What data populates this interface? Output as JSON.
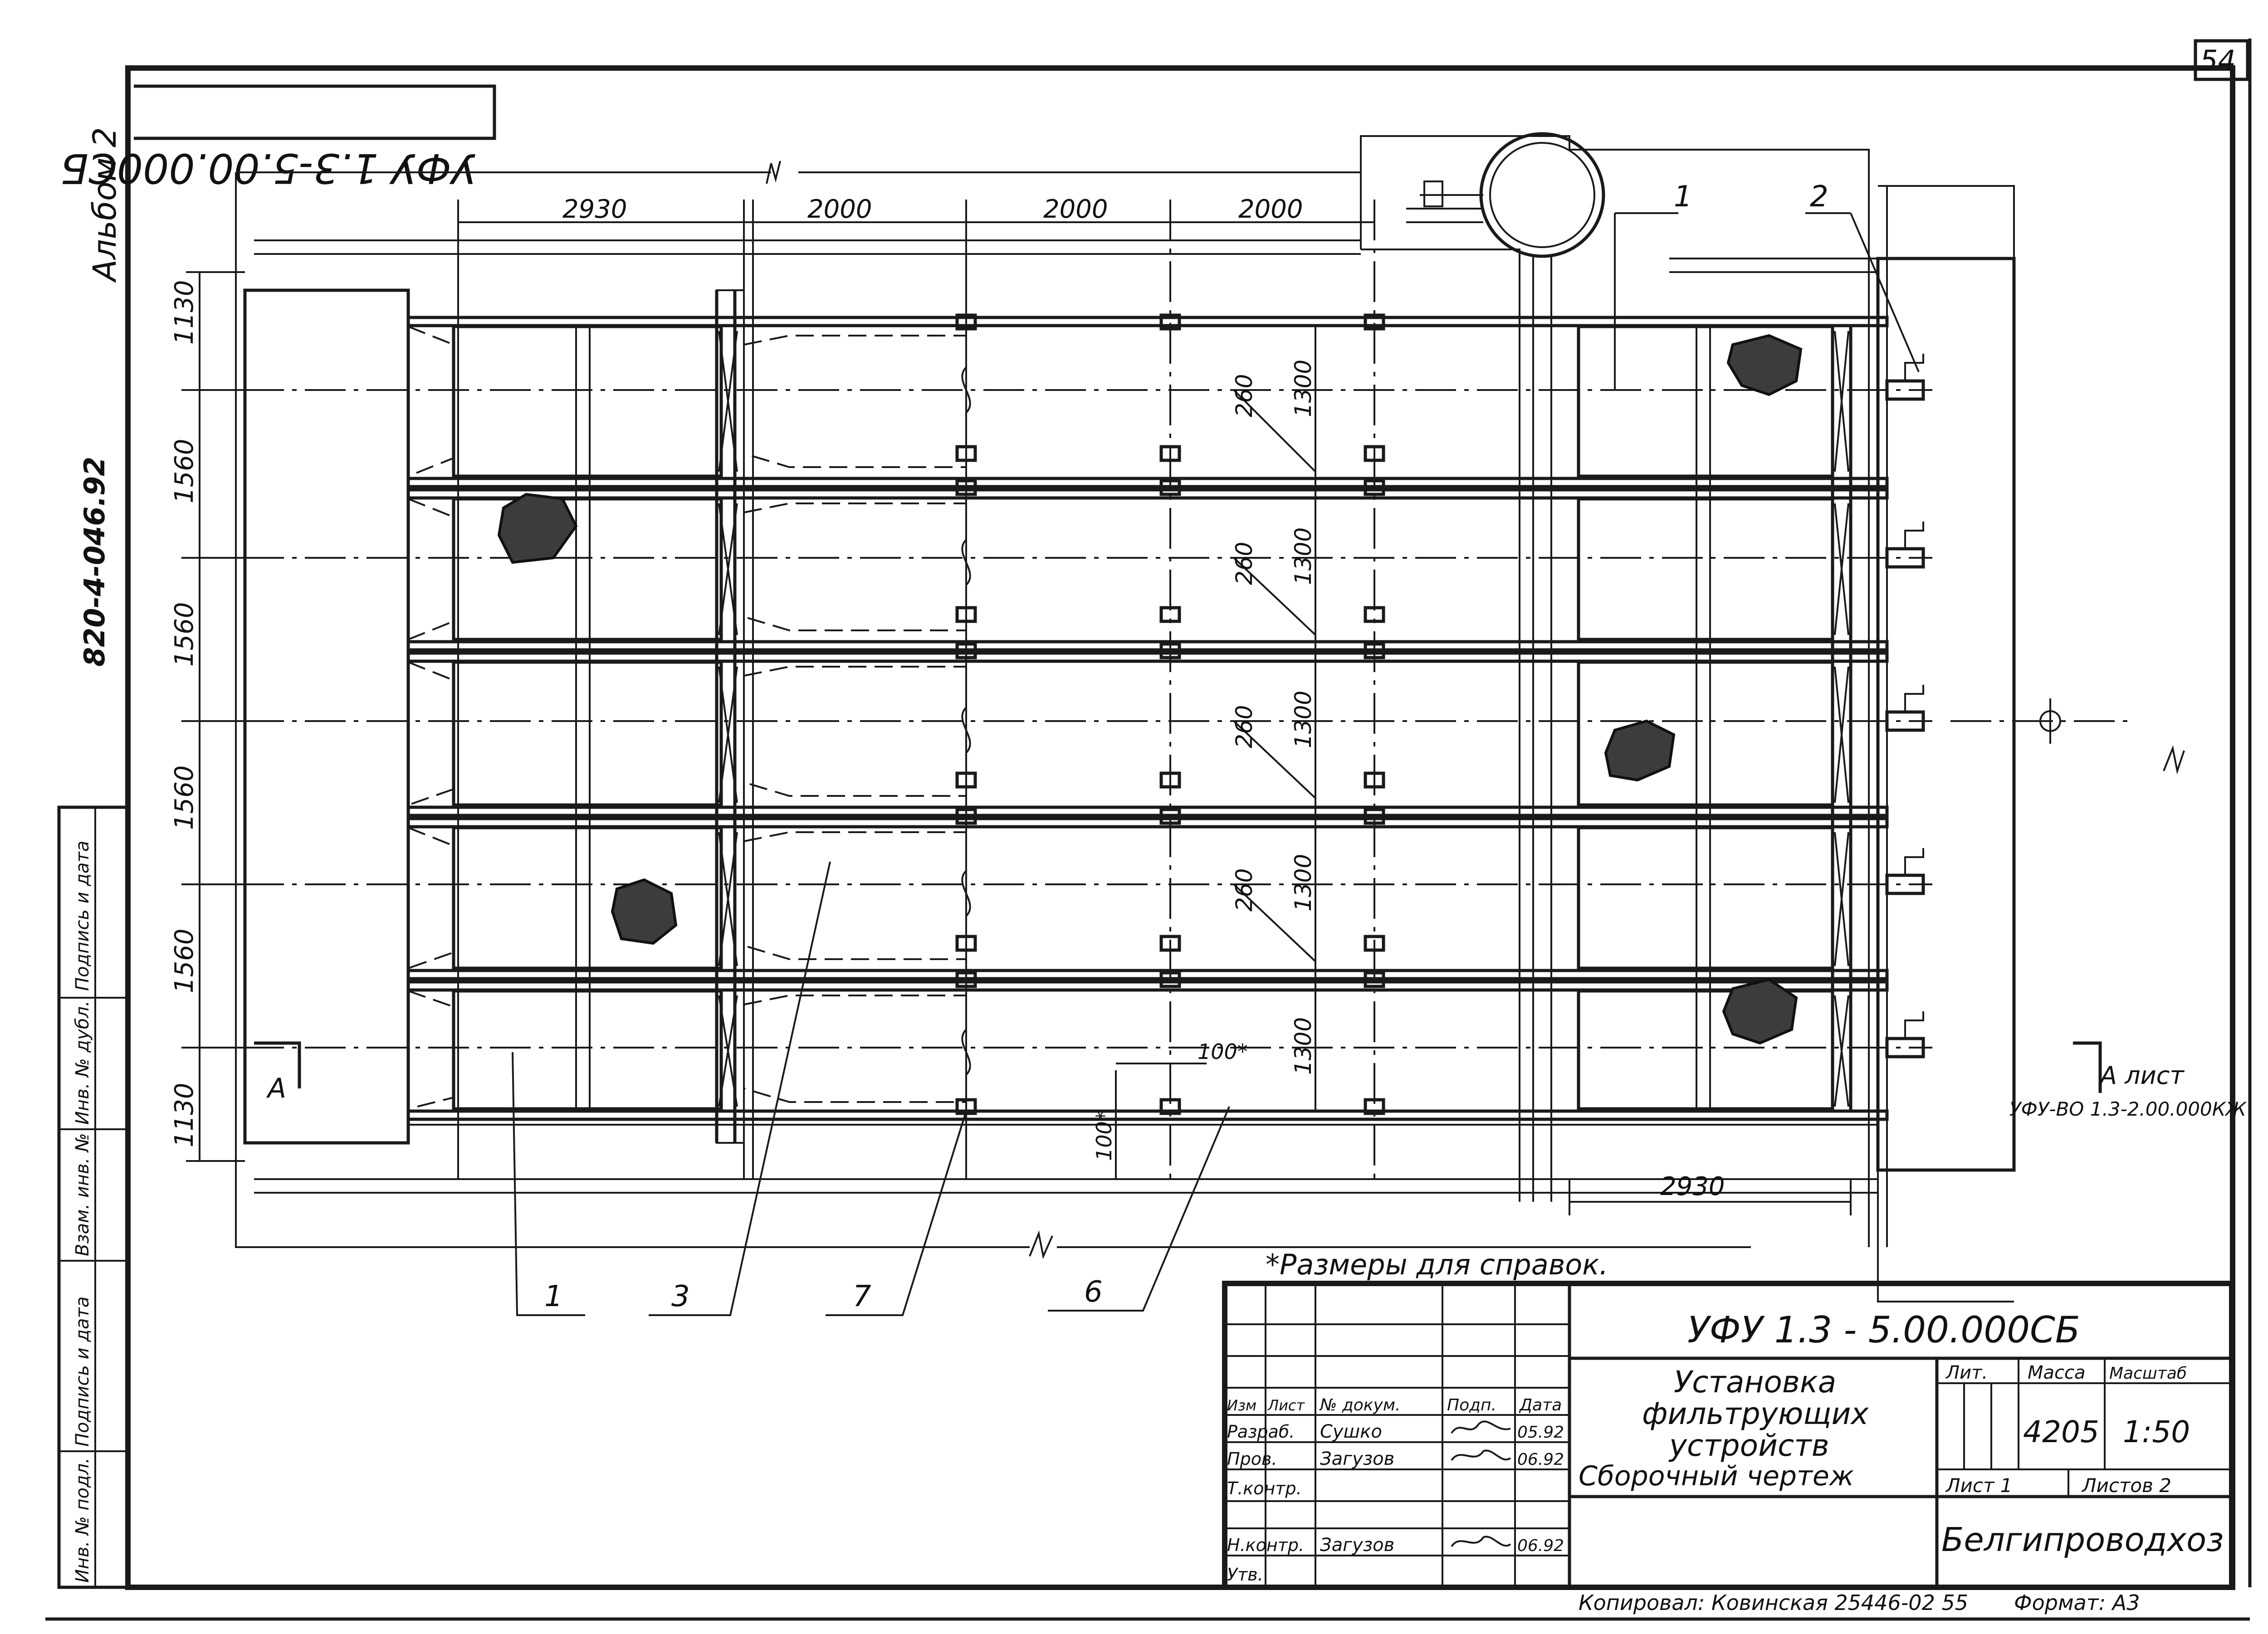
{
  "sheet": {
    "page_number": "54",
    "album": "Альбом 2",
    "album_code": "820-4-046.92",
    "mirrored_code": "УФУ 1.3-5.00.000СБ"
  },
  "left_stamp": [
    "Подпись и дата",
    "Инв. № дубл.",
    "Взам. инв. №",
    "Подпись и дата",
    "Инв. № подл."
  ],
  "dimensions": {
    "top": [
      "2930",
      "2000",
      "2000",
      "2000"
    ],
    "left": [
      "1130",
      "1560",
      "1560",
      "1560",
      "1560",
      "1130"
    ],
    "inner_260": [
      "260",
      "260",
      "260",
      "260"
    ],
    "inner_1300": [
      "1300",
      "1300",
      "1300",
      "1300",
      "1300"
    ],
    "bottom_right": "2930",
    "small_100_h": "100*",
    "small_100_v": "100*"
  },
  "leaders": {
    "top": [
      "1",
      "2"
    ],
    "bottom": [
      "1",
      "3",
      "7",
      "6"
    ]
  },
  "section": {
    "left_label": "А",
    "right_label": "А лист",
    "right_ref": "УФУ-ВО 1.3-2.00.000КЖ"
  },
  "note": "*Размеры для справок.",
  "title_block": {
    "designation": "УФУ 1.3 - 5.00.000СБ",
    "title_lines": [
      "Установка",
      "фильтрующих",
      "устройств",
      "Сборочный чертеж"
    ],
    "header": {
      "izm": "Изм",
      "list": "Лист",
      "doc": "№ докум.",
      "sign": "Подп.",
      "date": "Дата"
    },
    "rows": [
      {
        "role": "Разраб.",
        "name": "Сушко",
        "date": "05.92"
      },
      {
        "role": "Пров.",
        "name": "Загузов",
        "date": "06.92"
      },
      {
        "role": "Т.контр.",
        "name": "",
        "date": ""
      },
      {
        "role": "Н.контр.",
        "name": "Загузов",
        "date": "06.92"
      },
      {
        "role": "Утв.",
        "name": "",
        "date": ""
      }
    ],
    "lit_label": "Лит.",
    "mass_label": "Масса",
    "scale_label": "Масштаб",
    "mass": "4205",
    "scale": "1:50",
    "sheet_label": "Лист 1",
    "sheets_label": "Листов 2",
    "organization": "Белгипроводхоз"
  },
  "footer": {
    "copied": "Копировал: Ковинская 25446-02 55",
    "format": "Формат: А3"
  }
}
